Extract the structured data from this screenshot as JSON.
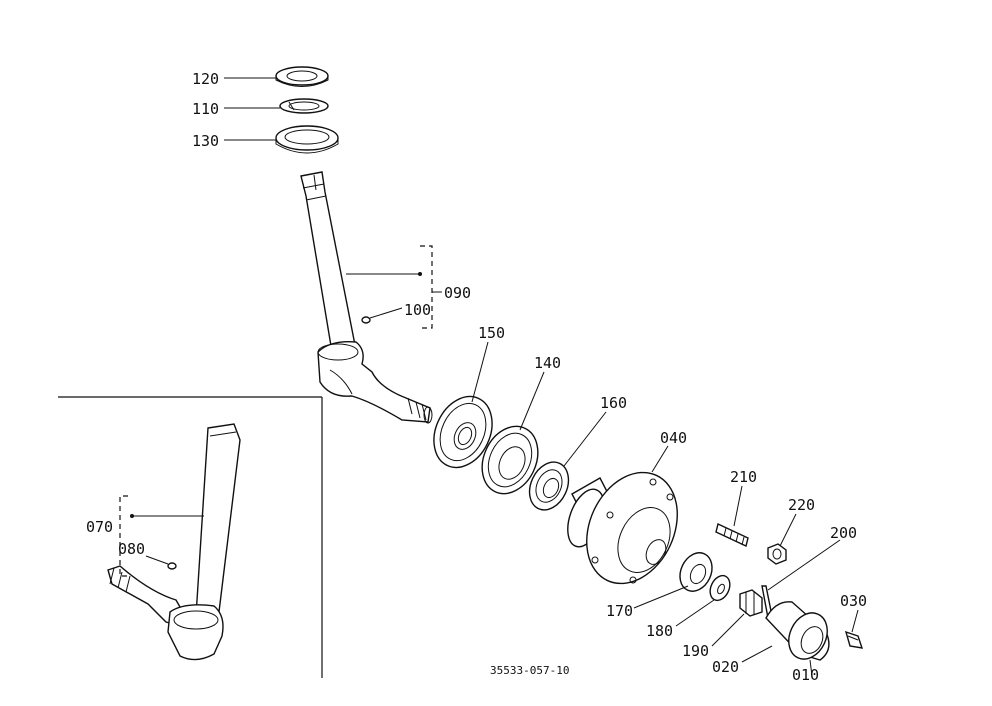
{
  "diagram": {
    "drawing_number": "35533-057-10",
    "parts": [
      {
        "key": "p120",
        "label": "120"
      },
      {
        "key": "p110",
        "label": "110"
      },
      {
        "key": "p130",
        "label": "130"
      },
      {
        "key": "p090",
        "label": "090"
      },
      {
        "key": "p100",
        "label": "100"
      },
      {
        "key": "p150",
        "label": "150"
      },
      {
        "key": "p140",
        "label": "140"
      },
      {
        "key": "p160",
        "label": "160"
      },
      {
        "key": "p040",
        "label": "040"
      },
      {
        "key": "p210",
        "label": "210"
      },
      {
        "key": "p220",
        "label": "220"
      },
      {
        "key": "p200",
        "label": "200"
      },
      {
        "key": "p030",
        "label": "030"
      },
      {
        "key": "p170",
        "label": "170"
      },
      {
        "key": "p180",
        "label": "180"
      },
      {
        "key": "p190",
        "label": "190"
      },
      {
        "key": "p020",
        "label": "020"
      },
      {
        "key": "p010",
        "label": "010"
      },
      {
        "key": "p070",
        "label": "070"
      },
      {
        "key": "p080",
        "label": "080"
      }
    ]
  }
}
